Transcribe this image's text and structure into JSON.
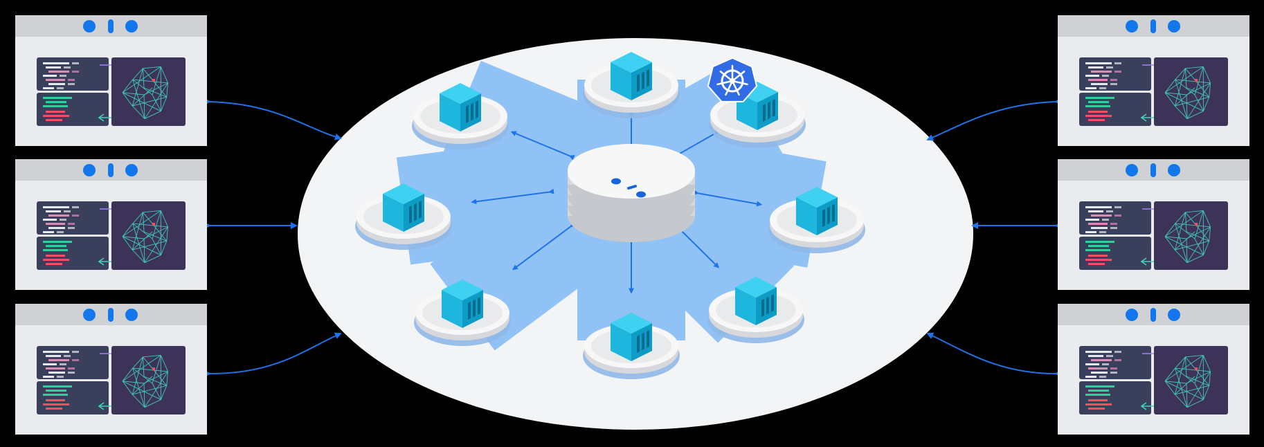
{
  "colors": {
    "background": "#000000",
    "ellipse": "#f3f4f5",
    "spoke": "#90c2f5",
    "platform_top": "#f7f7f8",
    "platform_side": "#d6d8dc",
    "cube_top": "#3fd1f1",
    "cube_left": "#1fb6dd",
    "cube_right": "#0d9cc6",
    "cube_slot": "#0a6d90",
    "arrow": "#1e73e8",
    "k8s_badge": "#326ce5",
    "panel_frame": "#e9ebef",
    "panel_bar": "#cfd1d5",
    "panel_dot": "#1277ec",
    "screen": "#3a3f5c",
    "screen_violet": "#3d3358",
    "graph_line": "#40c9b7",
    "code_white": "#e6e8f0",
    "code_pink": "#e08ab5",
    "code_green": "#2fd09a",
    "code_red": "#f05060",
    "arrow_violet": "#a883f0",
    "arrow_teal": "#40d3b8"
  },
  "icons": {
    "hub": "database-stack-icon",
    "node": "container-cube-icon",
    "badge": "kubernetes-helm-icon",
    "client": "code-and-graph-window-icon"
  },
  "panels": [
    {
      "name": "client-panel-left-1",
      "side": "left"
    },
    {
      "name": "client-panel-left-2",
      "side": "left"
    },
    {
      "name": "client-panel-left-3",
      "side": "left"
    },
    {
      "name": "client-panel-right-1",
      "side": "right"
    },
    {
      "name": "client-panel-right-2",
      "side": "right"
    },
    {
      "name": "client-panel-right-3",
      "side": "right"
    }
  ],
  "nodes": [
    {
      "name": "container-node-top"
    },
    {
      "name": "container-node-top-right"
    },
    {
      "name": "container-node-right"
    },
    {
      "name": "container-node-bottom-right"
    },
    {
      "name": "container-node-bottom"
    },
    {
      "name": "container-node-bottom-left"
    },
    {
      "name": "container-node-left"
    },
    {
      "name": "container-node-top-left"
    }
  ]
}
